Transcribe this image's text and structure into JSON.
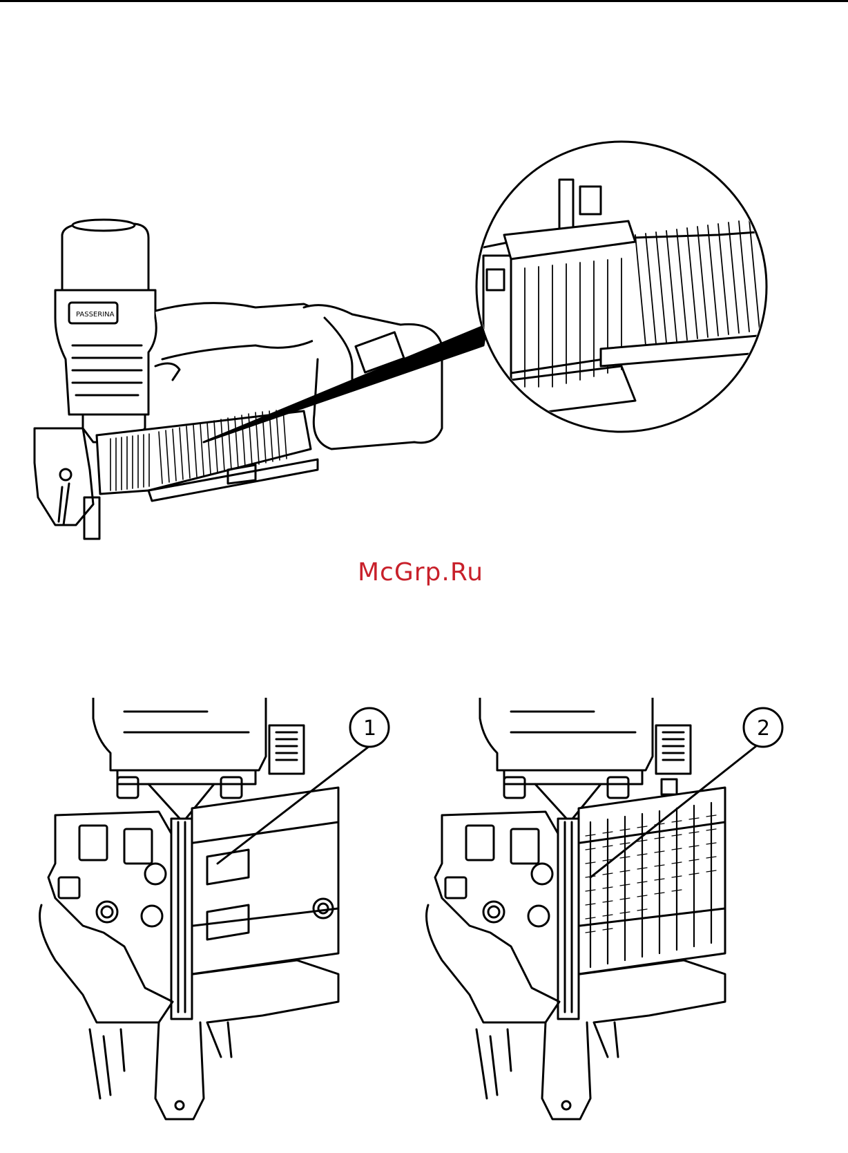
{
  "page": {
    "watermark": "McGrp.Ru",
    "watermark_color": "#c8202a",
    "tool_brand": "PASSERINA"
  },
  "figures": [
    {
      "name": "overview-nailer-with-zoom",
      "callout": ""
    },
    {
      "name": "magazine-empty-detail",
      "callout": "1"
    },
    {
      "name": "magazine-loaded-detail",
      "callout": "2"
    }
  ],
  "icons": {
    "overview": "coil-nailer-illustration",
    "zoom": "magnifier-circle",
    "detail_1": "nailer-nose-empty",
    "detail_2": "nailer-nose-loaded"
  }
}
